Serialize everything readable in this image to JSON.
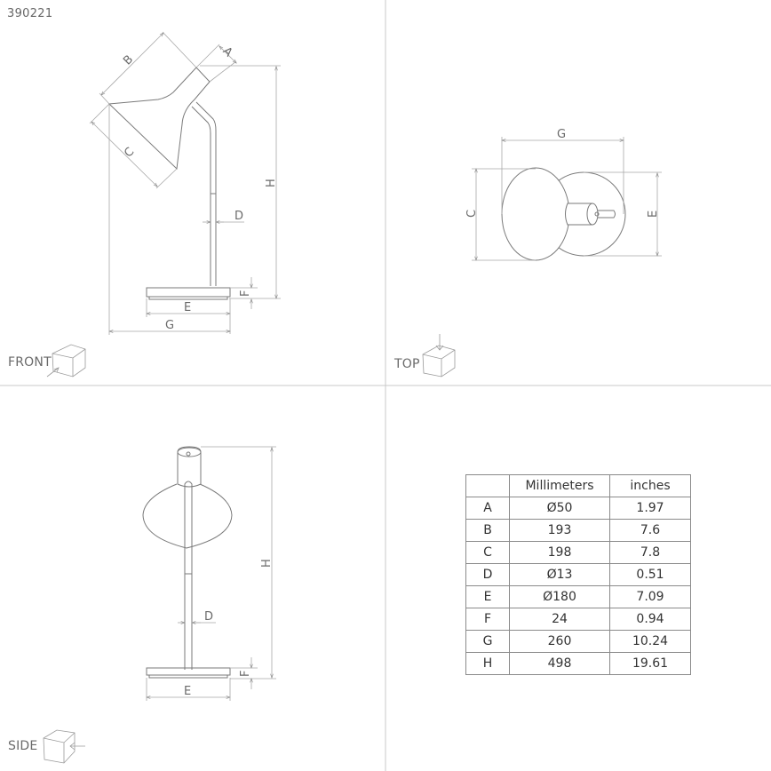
{
  "product_code": "390221",
  "colors": {
    "line": "#7a7a7a",
    "dim_line": "#a8a8a8",
    "divider": "#c8c8c8",
    "text": "#6a6a6a",
    "table_border": "#8a8a8a"
  },
  "views": {
    "front": {
      "label": "FRONT",
      "dimension_labels": [
        "A",
        "B",
        "C",
        "D",
        "E",
        "F",
        "G",
        "H"
      ]
    },
    "top": {
      "label": "TOP",
      "dimension_labels": [
        "G",
        "C",
        "E"
      ]
    },
    "side": {
      "label": "SIDE",
      "dimension_labels": [
        "D",
        "E",
        "F",
        "H"
      ]
    }
  },
  "dimension_table": {
    "headers": [
      "",
      "Millimeters",
      "inches"
    ],
    "rows": [
      {
        "key": "A",
        "mm": "Ø50",
        "in": "1.97"
      },
      {
        "key": "B",
        "mm": "193",
        "in": "7.6"
      },
      {
        "key": "C",
        "mm": "198",
        "in": "7.8"
      },
      {
        "key": "D",
        "mm": "Ø13",
        "in": "0.51"
      },
      {
        "key": "E",
        "mm": "Ø180",
        "in": "7.09"
      },
      {
        "key": "F",
        "mm": "24",
        "in": "0.94"
      },
      {
        "key": "G",
        "mm": "260",
        "in": "10.24"
      },
      {
        "key": "H",
        "mm": "498",
        "in": "19.61"
      }
    ]
  }
}
